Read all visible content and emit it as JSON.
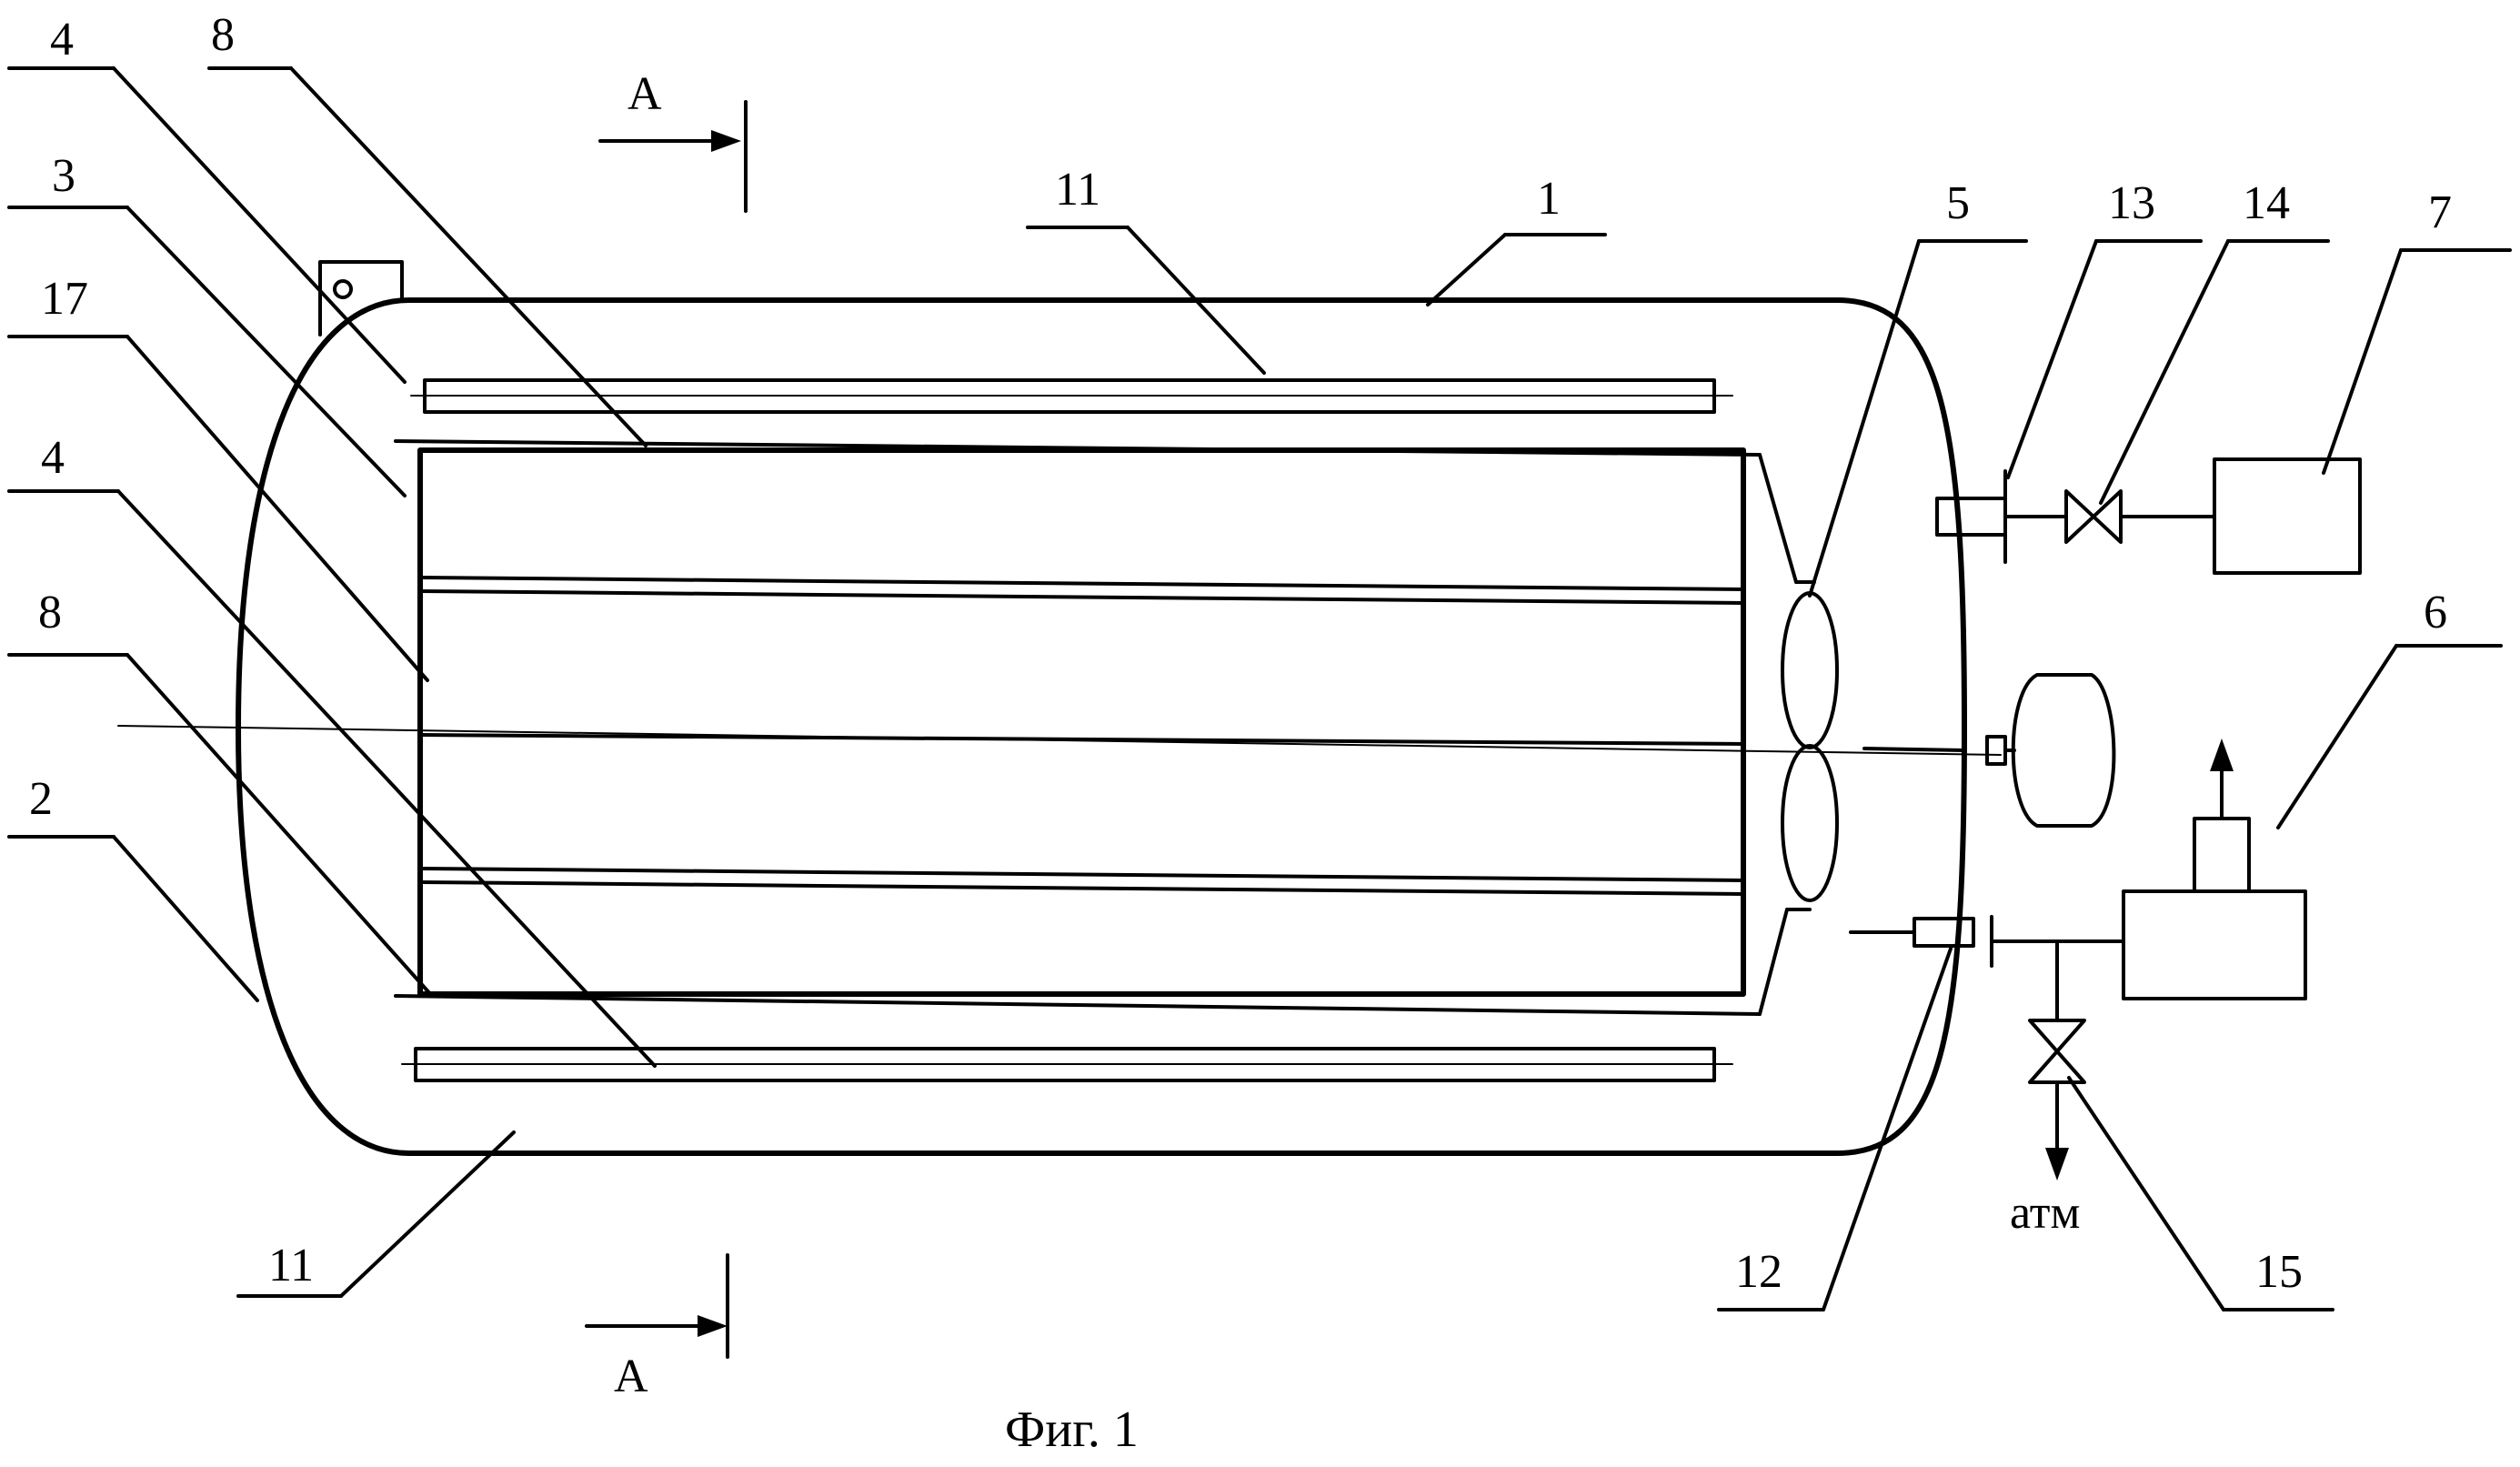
{
  "caption": "Фиг. 1",
  "section_label": "A",
  "atm_label": "атм",
  "labels": {
    "l4_top": "4",
    "l8_top": "8",
    "l3": "3",
    "l17": "17",
    "l4_mid": "4",
    "l8_mid": "8",
    "l2": "2",
    "l11_top": "11",
    "l1": "1",
    "l5": "5",
    "l13": "13",
    "l14": "14",
    "l7": "7",
    "l6": "6",
    "l11_bottom": "11",
    "l12": "12",
    "l15": "15"
  }
}
